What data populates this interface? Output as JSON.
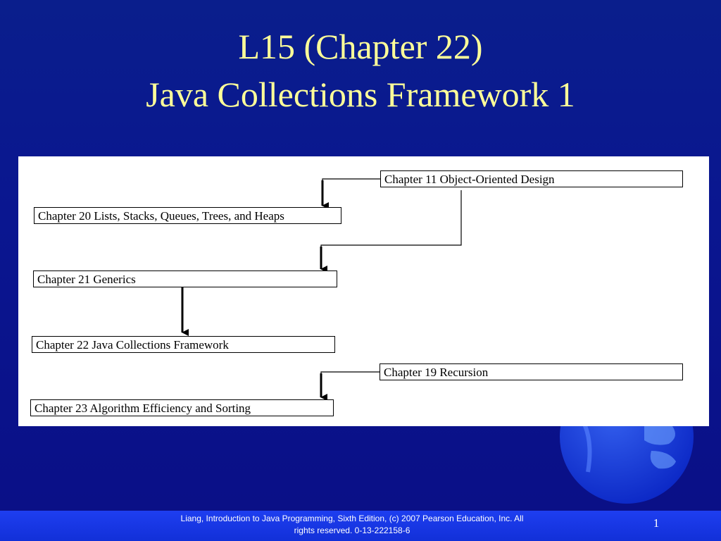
{
  "slide": {
    "title_line_1": "L15 (Chapter 22)",
    "title_line_2": "Java Collections Framework 1"
  },
  "diagram": {
    "nodes": {
      "ch11": "Chapter 11 Object-Oriented Design",
      "ch20": "Chapter 20 Lists, Stacks, Queues, Trees, and Heaps",
      "ch21": "Chapter 21 Generics",
      "ch22": "Chapter 22 Java Collections Framework",
      "ch19": "Chapter 19 Recursion",
      "ch23": "Chapter 23 Algorithm Efficiency and Sorting"
    },
    "edges": [
      {
        "from": "ch11",
        "to": "ch20"
      },
      {
        "from": "ch11",
        "to": "ch21"
      },
      {
        "from": "ch21",
        "to": "ch22"
      },
      {
        "from": "ch19",
        "to": "ch23"
      }
    ]
  },
  "footer": {
    "line_1": "Liang, Introduction to Java Programming, Sixth Edition, (c) 2007 Pearson Education, Inc. All",
    "line_2": "rights reserved. 0-13-222158-6",
    "page_number": "1"
  },
  "colors": {
    "background": "#0a1690",
    "title": "#ffff99",
    "footer_bar": "#1e3ef0",
    "panel": "#ffffff"
  },
  "icons": [
    "globe-icon"
  ]
}
